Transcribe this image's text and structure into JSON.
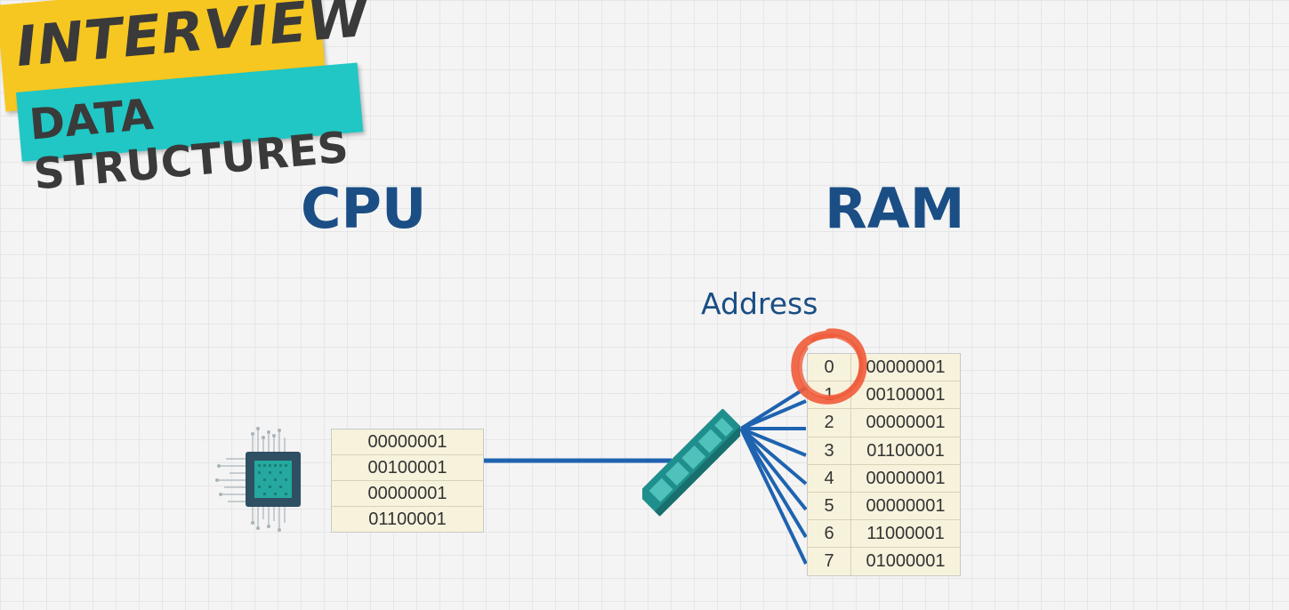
{
  "badge": {
    "line1": "INTERVIEW",
    "line2": "DATA STRUCTURES"
  },
  "headings": {
    "cpu": "CPU",
    "ram": "RAM"
  },
  "ram_address_label": "Address",
  "cpu_register": [
    "00000001",
    "00100001",
    "00000001",
    "01100001"
  ],
  "ram_rows": [
    {
      "address": "0",
      "value": "00000001"
    },
    {
      "address": "1",
      "value": "00100001"
    },
    {
      "address": "2",
      "value": "00000001"
    },
    {
      "address": "3",
      "value": "01100001"
    },
    {
      "address": "4",
      "value": "00000001"
    },
    {
      "address": "5",
      "value": "00000001"
    },
    {
      "address": "6",
      "value": "11000001"
    },
    {
      "address": "7",
      "value": "01000001"
    }
  ],
  "colors": {
    "heading": "#1a4e85",
    "wire": "#1e63b0",
    "badge_yellow": "#f6c721",
    "badge_teal": "#20c7c4",
    "cell_bg": "#f7f2dc",
    "highlight": "#ef5b3a",
    "chip": "#2f4f63",
    "memory_stick": "#1e8f8c"
  },
  "icons": {
    "cpu": "cpu-chip-icon",
    "memory_controller": "memory-stick-icon",
    "highlight": "highlight-circle"
  }
}
